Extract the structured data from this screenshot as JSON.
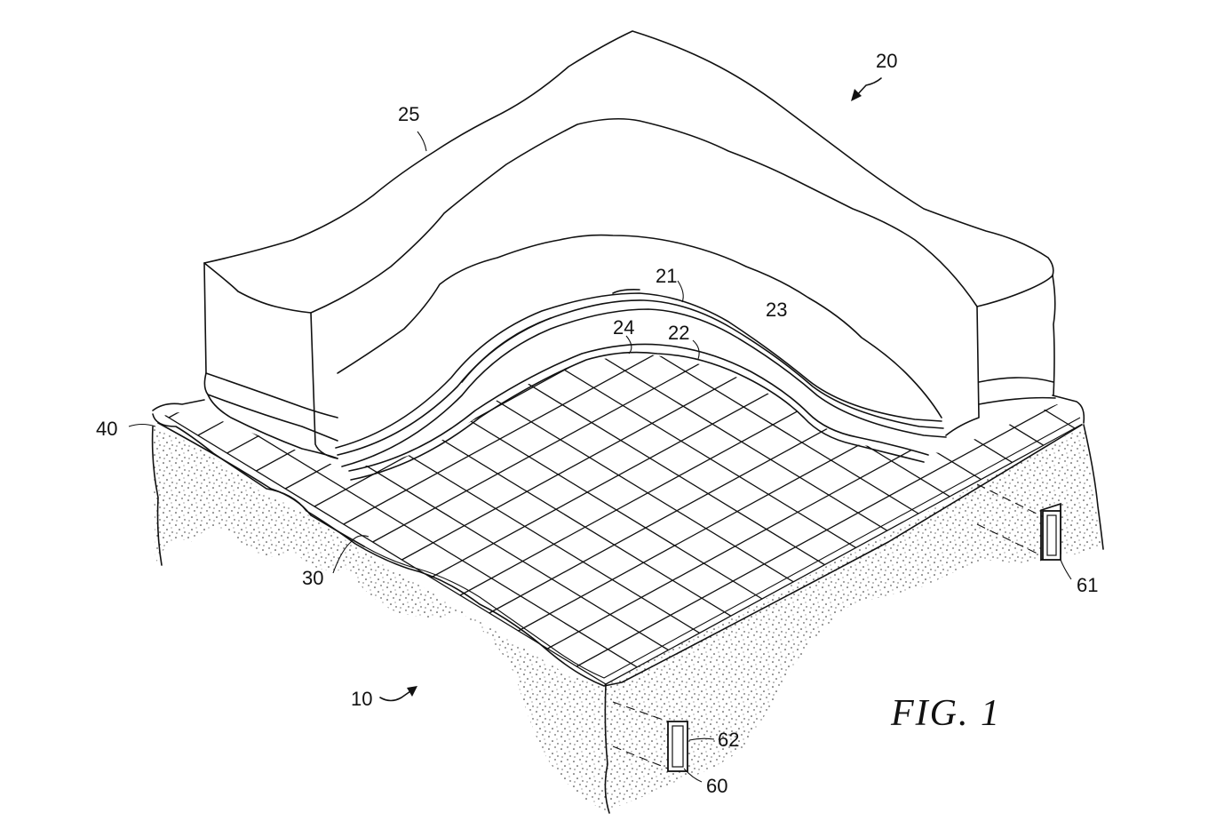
{
  "figure_label": "FIG.  1",
  "reference_numerals": {
    "ref_20": "20",
    "ref_25": "25",
    "ref_21": "21",
    "ref_23": "23",
    "ref_24": "24",
    "ref_22": "22",
    "ref_40": "40",
    "ref_30": "30",
    "ref_10": "10",
    "ref_61": "61",
    "ref_62": "62",
    "ref_60": "60"
  }
}
